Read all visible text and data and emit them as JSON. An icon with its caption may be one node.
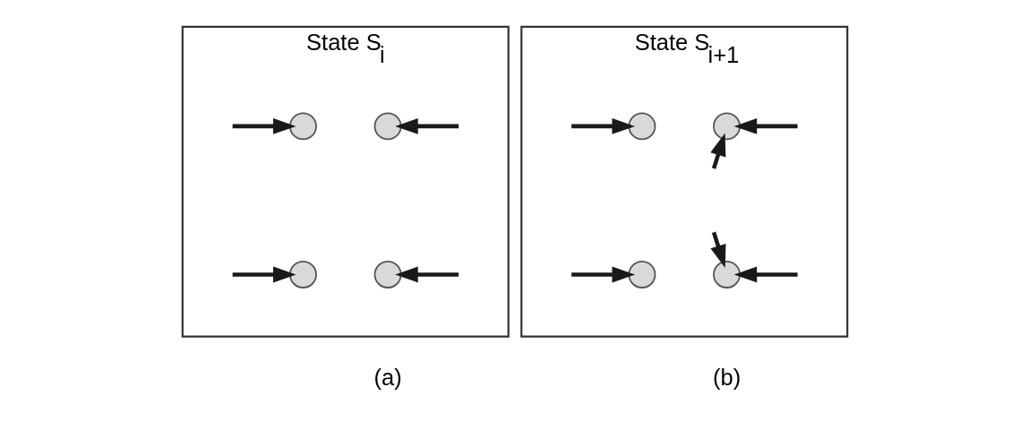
{
  "diagram": {
    "nodes": [
      {
        "text": [
          "State S$_{i}$"
        ],
        "beside": [
          "(a)"
        ]
      },
      {
        "text": [],
        "shape": "circle",
        "in": 0
      },
      {
        "text": [],
        "shape": "circle",
        "in": 0
      },
      {
        "text": [],
        "shape": "circle",
        "in": 0
      },
      {
        "text": [],
        "shape": "circle",
        "in": 0
      },
      {
        "text": [
          "State S$_{i+1}$"
        ],
        "beside": [
          "(b)"
        ]
      },
      {
        "text": [],
        "shape": "circle",
        "in": 5
      },
      {
        "text": [],
        "shape": "circle",
        "in": 5
      },
      {
        "text": [],
        "shape": "circle",
        "in": 5
      },
      {
        "text": [],
        "shape": "circle",
        "in": 5
      }
    ],
    "edges": [
      {
        "from": null,
        "to": 1,
        "arrow": "to"
      },
      {
        "from": null,
        "to": 2,
        "arrow": "to"
      },
      {
        "from": null,
        "to": 3,
        "arrow": "to"
      },
      {
        "from": null,
        "to": 4,
        "arrow": "to"
      },
      {
        "from": null,
        "to": 6,
        "arrow": "to"
      },
      {
        "from": null,
        "to": 7,
        "arrow": "to"
      },
      {
        "from": null,
        "to": 7,
        "arrow": "to"
      },
      {
        "from": null,
        "to": 8,
        "arrow": "to"
      },
      {
        "from": null,
        "to": 9,
        "arrow": "to"
      },
      {
        "from": null,
        "to": 9,
        "arrow": "to"
      }
    ]
  }
}
